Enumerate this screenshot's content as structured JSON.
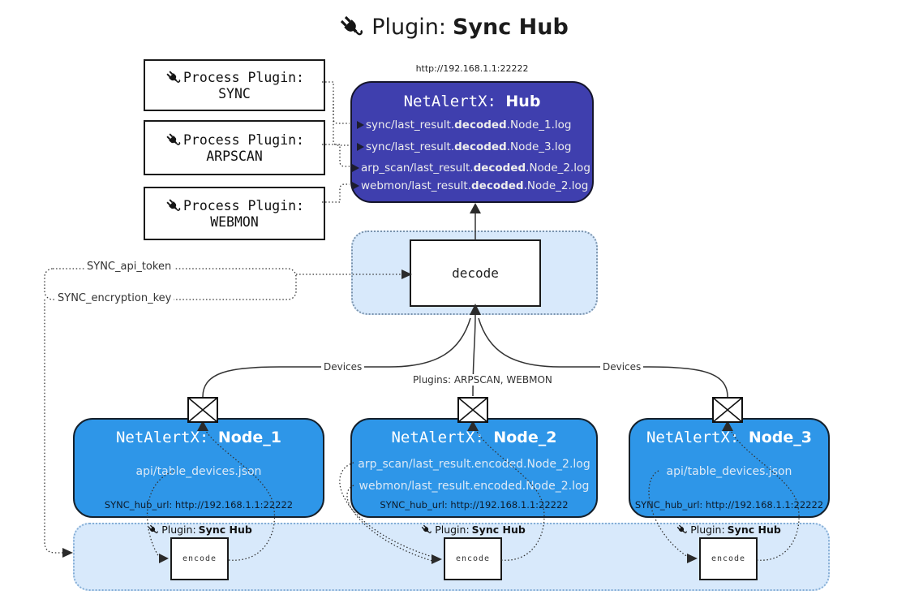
{
  "title": {
    "label": "Plugin:",
    "name": "Sync Hub"
  },
  "hub": {
    "url": "http://192.168.1.1:22222",
    "title": "NetAlertX: ",
    "name": "Hub",
    "files": [
      {
        "pre": "sync/last_result.",
        "bold": "decoded",
        "post": ".Node_1.log"
      },
      {
        "pre": "sync/last_result.",
        "bold": "decoded",
        "post": ".Node_3.log"
      },
      {
        "pre": "arp_scan/last_result.",
        "bold": "decoded",
        "post": ".Node_2.log"
      },
      {
        "pre": "webmon/last_result.",
        "bold": "decoded",
        "post": ".Node_2.log"
      }
    ]
  },
  "process_plugins": [
    {
      "label": "Process Plugin:",
      "name": "SYNC"
    },
    {
      "label": "Process Plugin:",
      "name": "ARPSCAN"
    },
    {
      "label": "Process Plugin:",
      "name": "WEBMON"
    }
  ],
  "decode_label": "decode",
  "labels": {
    "api_token": "SYNC_api_token",
    "encryption_key": "SYNC_encryption_key",
    "devices_left": "Devices",
    "devices_right": "Devices",
    "plugins": "Plugins: ARPSCAN, WEBMON"
  },
  "nodes": [
    {
      "title": "NetAlertX: ",
      "name": "Node_1",
      "files": [
        "api/table_devices.json"
      ],
      "hub_url": "SYNC_hub_url: http://192.168.1.1:22222"
    },
    {
      "title": "NetAlertX: ",
      "name": "Node_2",
      "files": [
        "arp_scan/last_result.encoded.Node_2.log",
        "webmon/last_result.encoded.Node_2.log"
      ],
      "hub_url": "SYNC_hub_url: http://192.168.1.1:22222"
    },
    {
      "title": "NetAlertX: ",
      "name": "Node_3",
      "files": [
        "api/table_devices.json"
      ],
      "hub_url": "SYNC_hub_url: http://192.168.1.1:22222"
    }
  ],
  "encoders": [
    {
      "label": "Plugin: ",
      "name": "Sync Hub",
      "box": "encode"
    },
    {
      "label": "Plugin: ",
      "name": "Sync Hub",
      "box": "encode"
    },
    {
      "label": "Plugin: ",
      "name": "Sync Hub",
      "box": "encode"
    }
  ],
  "colors": {
    "hub_fill": "#3f3fae",
    "node_fill": "#2e96e8",
    "panel_fill": "#d8e9fb",
    "line": "#333333"
  }
}
